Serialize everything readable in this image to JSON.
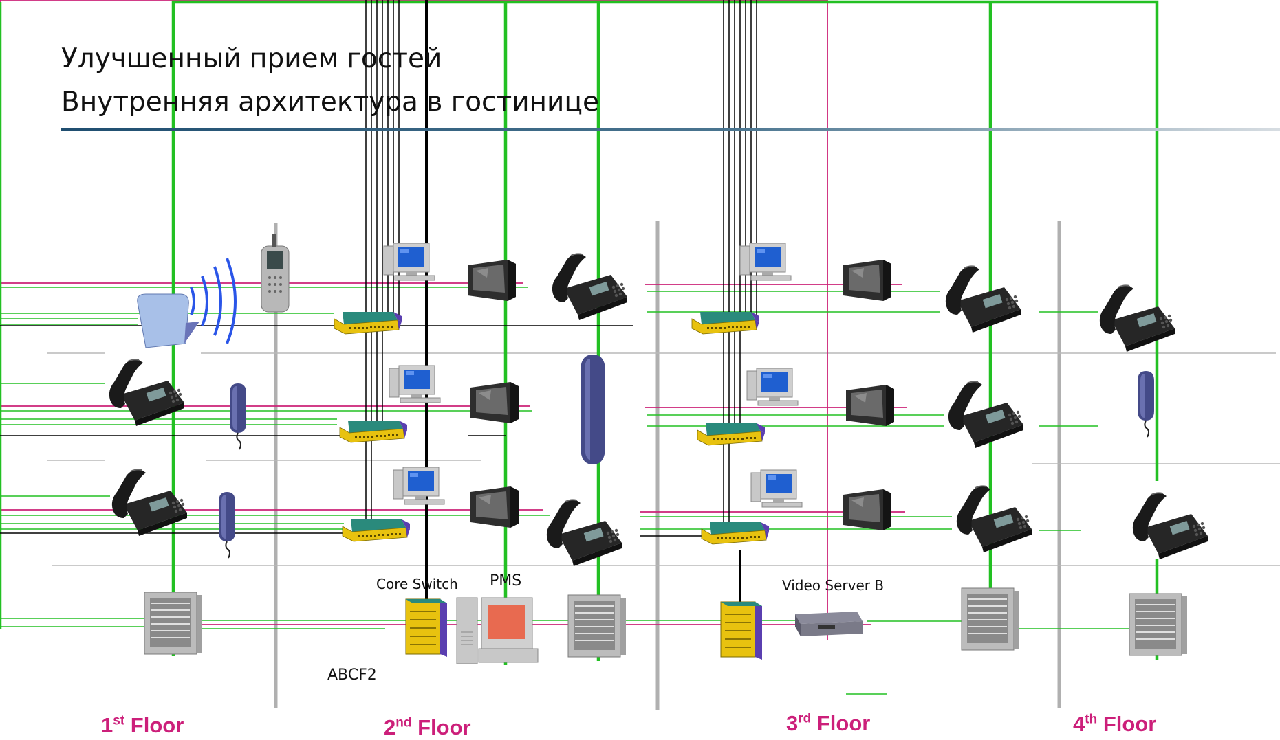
{
  "title": {
    "line1": "Улучшенный прием гостей",
    "line2": "Внутренняя архитектура в гостинице"
  },
  "labels": {
    "core_switch": "Core Switch",
    "pms": "PMS",
    "video_server": "Video Server B",
    "abcf": "ABCF2"
  },
  "floors": [
    {
      "num": "1",
      "suffix": "st",
      "word": "Floor"
    },
    {
      "num": "2",
      "suffix": "nd",
      "word": "Floor"
    },
    {
      "num": "3",
      "suffix": "rd",
      "word": "Floor"
    },
    {
      "num": "4",
      "suffix": "th",
      "word": "Floor"
    }
  ],
  "colors": {
    "green_link": "#22c022",
    "magenta_link": "#cc2277",
    "black_link": "#000000",
    "divider": "#b0b0b0",
    "floor_label": "#cc1f7a",
    "title_rule": "#1f4e70"
  }
}
